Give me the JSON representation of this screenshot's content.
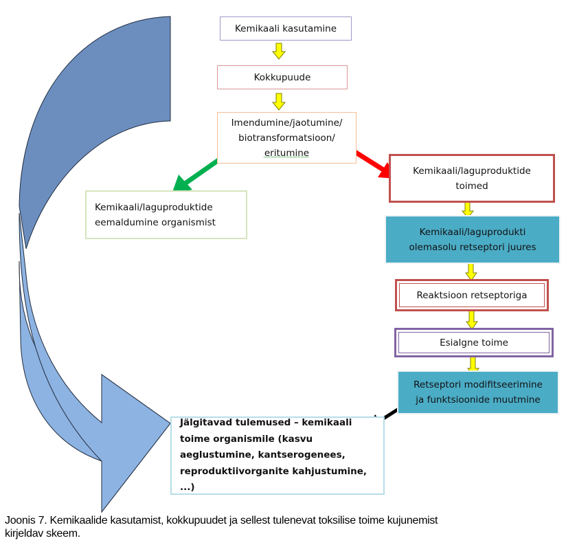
{
  "diagram": {
    "type": "flowchart",
    "nodes": [
      {
        "id": "use",
        "lines": [
          "Kemikaali kasutamine"
        ]
      },
      {
        "id": "exposure",
        "lines": [
          "Kokkupuude"
        ]
      },
      {
        "id": "absorb",
        "lines": [
          "Imendumine/jaotumine/",
          "biotransformatsioon/",
          "eritumine"
        ]
      },
      {
        "id": "remove",
        "lines": [
          "Kemikaali/laguproduktide",
          "eemaldumine organismist"
        ]
      },
      {
        "id": "effects",
        "lines": [
          "Kemikaali/laguproduktide",
          "toimed"
        ]
      },
      {
        "id": "presence",
        "lines": [
          "Kemikaali/laguprodukti",
          "olemasolu retseptori juures"
        ]
      },
      {
        "id": "reaction",
        "lines": [
          "Reaktsioon retseptoriga"
        ]
      },
      {
        "id": "initial",
        "lines": [
          "Esialgne toime"
        ]
      },
      {
        "id": "modify",
        "lines": [
          "Retseptori modifitseerimine",
          "ja funktsioonide muutmine"
        ]
      },
      {
        "id": "outcome",
        "lines": [
          "Jälgitavad tulemused – kemikaali",
          "toime organismile (kasvu",
          "aeglustumine, kantserogenees,",
          "reproduktiivorganite kahjustumine, ...)"
        ]
      }
    ],
    "edges": [
      {
        "from": "use",
        "to": "exposure",
        "style": "yellow-block-arrow"
      },
      {
        "from": "exposure",
        "to": "absorb",
        "style": "yellow-block-arrow"
      },
      {
        "from": "absorb",
        "to": "remove",
        "style": "green-arrow"
      },
      {
        "from": "absorb",
        "to": "effects",
        "style": "red-arrow"
      },
      {
        "from": "effects",
        "to": "presence",
        "style": "yellow-block-arrow"
      },
      {
        "from": "presence",
        "to": "reaction",
        "style": "yellow-block-arrow"
      },
      {
        "from": "reaction",
        "to": "initial",
        "style": "yellow-block-arrow"
      },
      {
        "from": "initial",
        "to": "modify",
        "style": "yellow-block-arrow"
      },
      {
        "from": "modify",
        "to": "outcome",
        "style": "black-arrow"
      },
      {
        "from": "use",
        "to": "outcome",
        "style": "curved-blue-arrow"
      }
    ],
    "colors": {
      "curved_arrow_dark": "#6c8ebf",
      "curved_arrow_light": "#8db3e2",
      "yellow_arrow": "#ffff00",
      "green_arrow": "#00b050",
      "red_arrow": "#ff0000",
      "black_arrow": "#000000",
      "teal_box": "#4bacc6",
      "red_border": "#c0504d",
      "purple_border": "#8064a2"
    }
  },
  "caption": {
    "line1": "Joonis 7. Kemikaalide kasutamist, kokkupuudet ja sellest tulenevat toksilise toime kujunemist",
    "line2": "kirjeldav skeem."
  }
}
